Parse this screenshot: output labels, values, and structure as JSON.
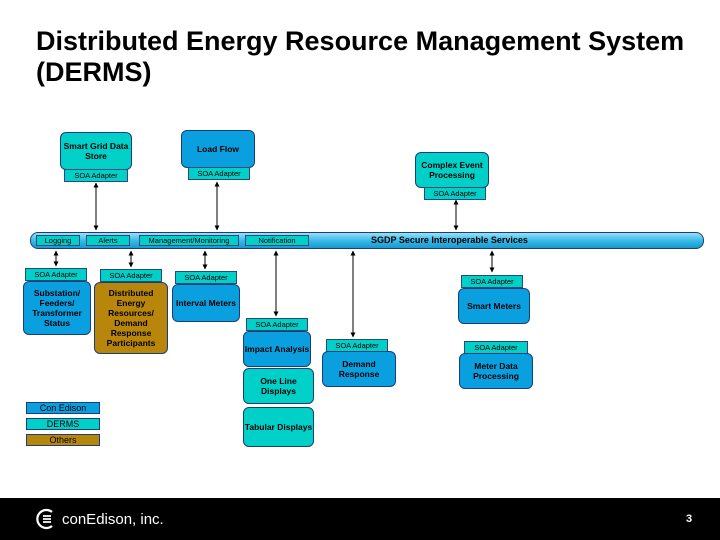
{
  "title": "Distributed Energy Resource Management System (DERMS)",
  "bus": {
    "label": "SGDP Secure Interoperable Services",
    "services": [
      "Logging",
      "Alerts",
      "Management/Monitoring",
      "Notification"
    ]
  },
  "adapter_label": "SOA Adapter",
  "systems": {
    "smart_grid_data_store": "Smart Grid Data Store",
    "load_flow": "Load Flow",
    "complex_event_processing": "Complex Event Processing",
    "substation": "Substation/ Feeders/ Transformer Status",
    "distributed_energy": "Distributed Energy Resources/ Demand Response Participants",
    "interval_meters": "Interval Meters",
    "impact_analysis": "Impact Analysis",
    "one_line_displays": "One Line Displays",
    "tabular_displays": "Tabular Displays",
    "demand_response": "Demand Response",
    "smart_meters": "Smart Meters",
    "meter_data_processing": "Meter Data Processing"
  },
  "legend": [
    {
      "label": "Con Edison",
      "color": "#0aa0e0"
    },
    {
      "label": "DERMS",
      "color": "#00d0c8"
    },
    {
      "label": "Others",
      "color": "#b8860b"
    }
  ],
  "footer": {
    "logo_text": "conEdison, inc.",
    "page_number": "3"
  }
}
